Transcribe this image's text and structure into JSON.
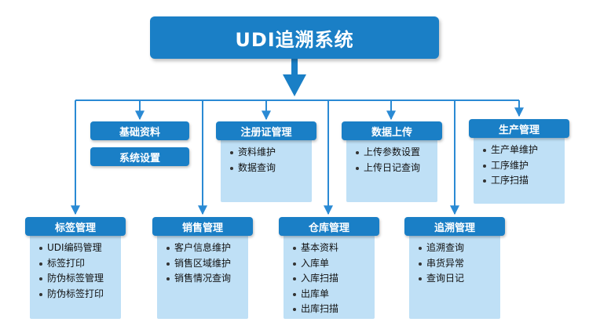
{
  "title": "UDI追溯系统",
  "standalone": [
    "基础资料",
    "系统设置"
  ],
  "modules": [
    {
      "id": "registration",
      "title": "注册证管理",
      "items": [
        "资料维护",
        "数据查询"
      ]
    },
    {
      "id": "upload",
      "title": "数据上传",
      "items": [
        "上传参数设置",
        "上传日记查询"
      ]
    },
    {
      "id": "production",
      "title": "生产管理",
      "items": [
        "生产单维护",
        "工序维护",
        "工序扫描"
      ]
    },
    {
      "id": "label",
      "title": "标签管理",
      "items": [
        "UDI编码管理",
        "标签打印",
        "防伪标签管理",
        "防伪标签打印"
      ]
    },
    {
      "id": "sales",
      "title": "销售管理",
      "items": [
        "客户信息维护",
        "销售区域维护",
        "销售情况查询"
      ]
    },
    {
      "id": "warehouse",
      "title": "仓库管理",
      "items": [
        "基本资料",
        "入库单",
        "入库扫描",
        "出库单",
        "出库扫描"
      ]
    },
    {
      "id": "trace",
      "title": "追溯管理",
      "items": [
        "追溯查询",
        "串货异常",
        "查询日记"
      ]
    }
  ],
  "colors": {
    "primary": "#1a7fc6",
    "panel": "#bfe0f6",
    "connector": "#2a8ad4"
  }
}
